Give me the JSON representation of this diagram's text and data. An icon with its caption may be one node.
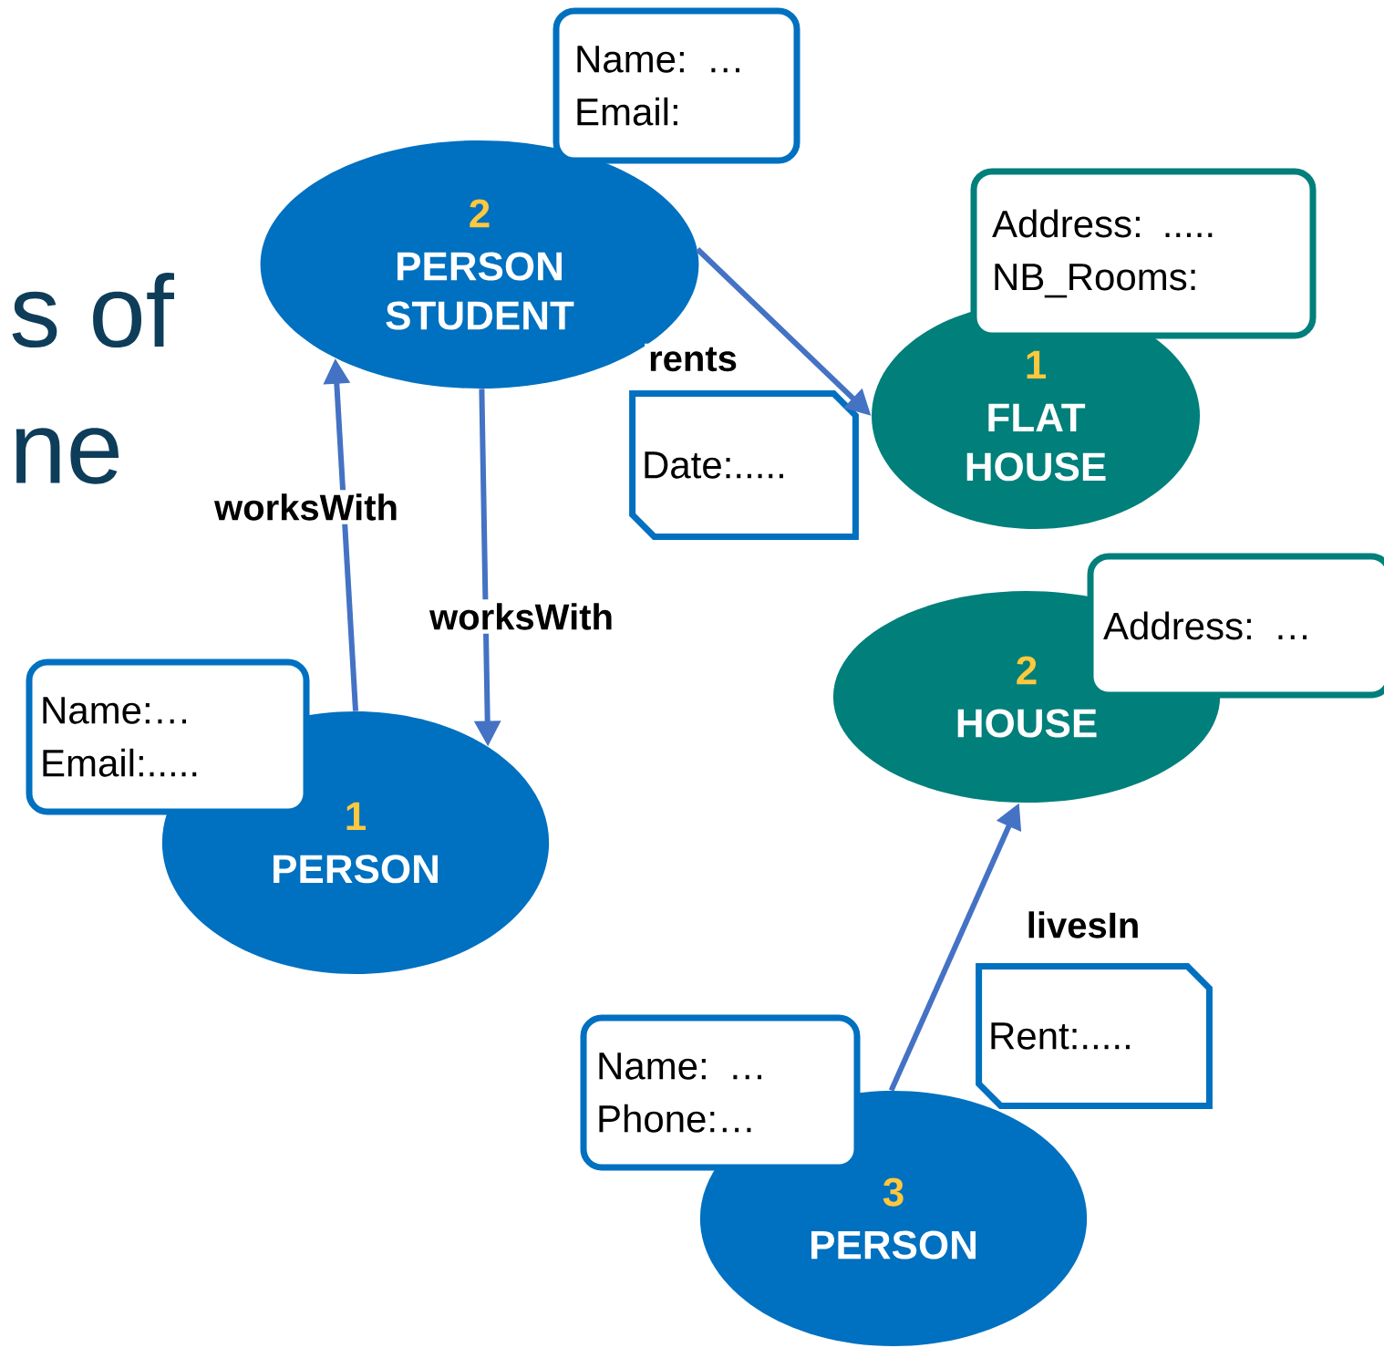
{
  "diagram": {
    "nodes": [
      {
        "text": [
          "Name: …",
          "Email:"
        ]
      },
      {
        "text": [
          "2",
          "PERSON STUDENT"
        ]
      },
      {
        "text": [
          "Address: .....",
          "NB_Rooms:"
        ]
      },
      {
        "text": [
          "1",
          "FLAT HOUSE"
        ]
      },
      {
        "text": [
          "Date:....."
        ]
      },
      {
        "text": [
          "Address: …"
        ]
      },
      {
        "text": [
          "2",
          "HOUSE"
        ]
      },
      {
        "text": [
          "Name:…",
          "Email:....."
        ]
      },
      {
        "text": [
          "1",
          "PERSON"
        ]
      },
      {
        "text": [
          "Rent:....."
        ]
      },
      {
        "text": [
          "Name: …",
          "Phone:…"
        ]
      },
      {
        "text": [
          "3",
          "PERSON"
        ]
      }
    ],
    "edges": [
      {
        "from": 8,
        "to": 1,
        "arrow": "to",
        "label": "worksWith"
      },
      {
        "from": 1,
        "to": 8,
        "arrow": "to",
        "label": "worksWith"
      },
      {
        "from": 1,
        "to": 3,
        "arrow": "to",
        "label": "rents"
      },
      {
        "from": 11,
        "to": 6,
        "arrow": "to",
        "label": "livesIn"
      }
    ],
    "labels": [
      "s of",
      "ne"
    ]
  }
}
